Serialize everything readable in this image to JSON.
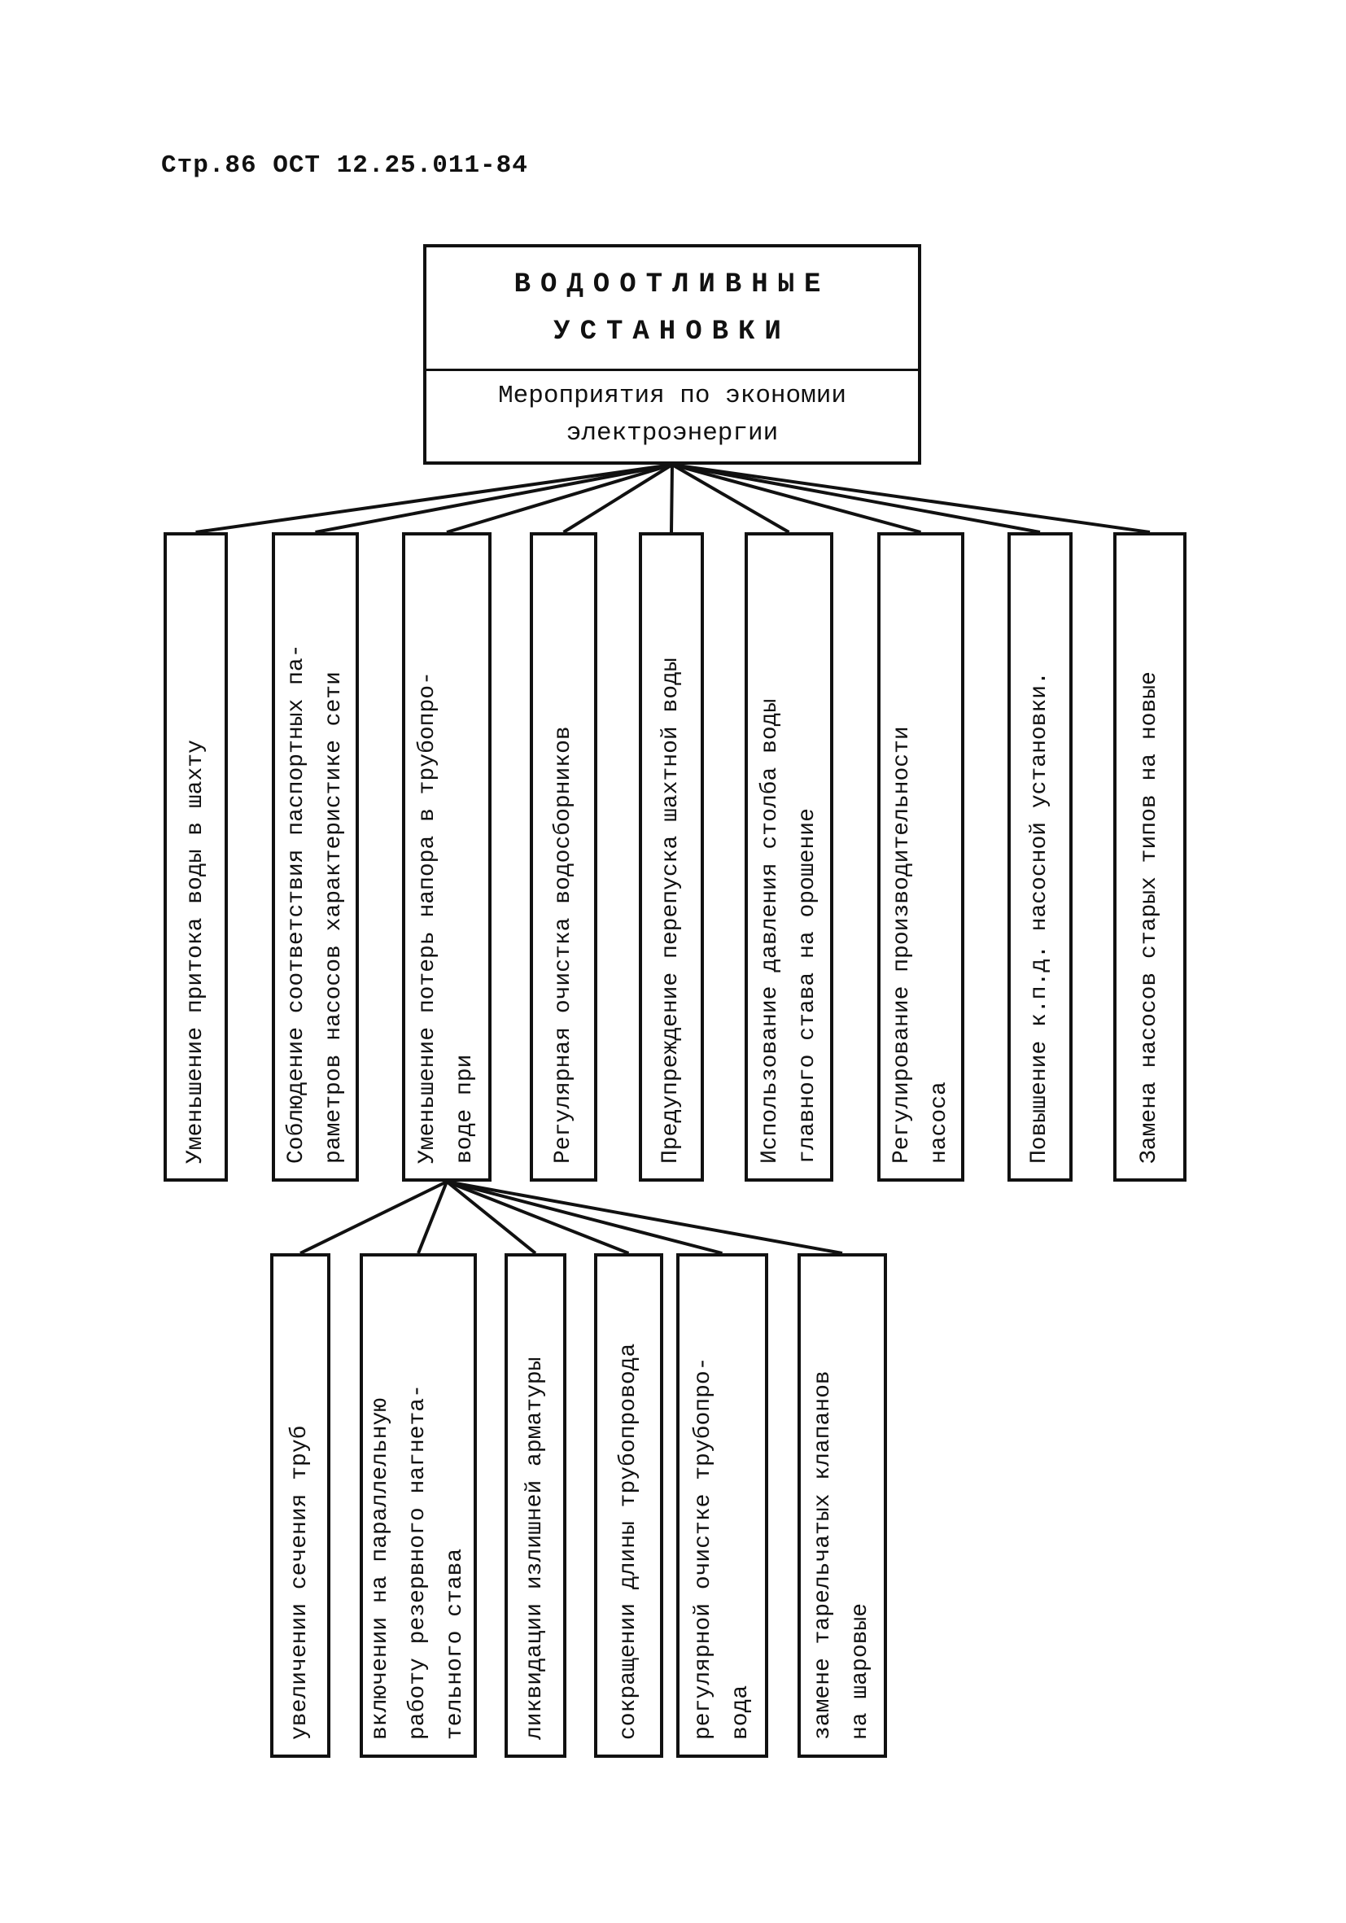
{
  "header": {
    "page_ref": "Стр.86 ОСТ 12.25.011-84"
  },
  "root": {
    "title_lines": [
      "ВОДООТЛИВНЫЕ",
      "УСТАНОВКИ"
    ],
    "subtitle_lines": [
      "Мероприятия по экономии",
      "электроэнергии"
    ]
  },
  "measures": [
    {
      "lines": [
        "Уменьшение притока воды в шахту"
      ]
    },
    {
      "lines": [
        "Соблюдение соответствия паспортных па-",
        "раметров насосов характеристике сети"
      ]
    },
    {
      "lines": [
        "Уменьшение потерь напора в трубопро-",
        "воде при"
      ]
    },
    {
      "lines": [
        "Регулярная очистка водосборников"
      ]
    },
    {
      "lines": [
        "Предупреждение перепуска шахтной воды"
      ]
    },
    {
      "lines": [
        "Использование давления столба воды",
        "главного става на орошение"
      ]
    },
    {
      "lines": [
        "Регулирование производительности",
        "насоса"
      ]
    },
    {
      "lines": [
        "Повышение к.п.д. насосной установки."
      ]
    },
    {
      "lines": [
        "Замена насосов старых типов на новые"
      ]
    }
  ],
  "sub_measures": [
    {
      "lines": [
        "увеличении сечения труб"
      ]
    },
    {
      "lines": [
        "включении на параллельную",
        "работу резервного нагнета-",
        "тельного става"
      ]
    },
    {
      "lines": [
        "ликвидации излишней арматуры"
      ]
    },
    {
      "lines": [
        "сокращении длины трубопровода"
      ]
    },
    {
      "lines": [
        "регулярной очистке трубопро-",
        "вода"
      ]
    },
    {
      "lines": [
        "замене тарельчатых клапанов",
        "на шаровые"
      ]
    }
  ]
}
